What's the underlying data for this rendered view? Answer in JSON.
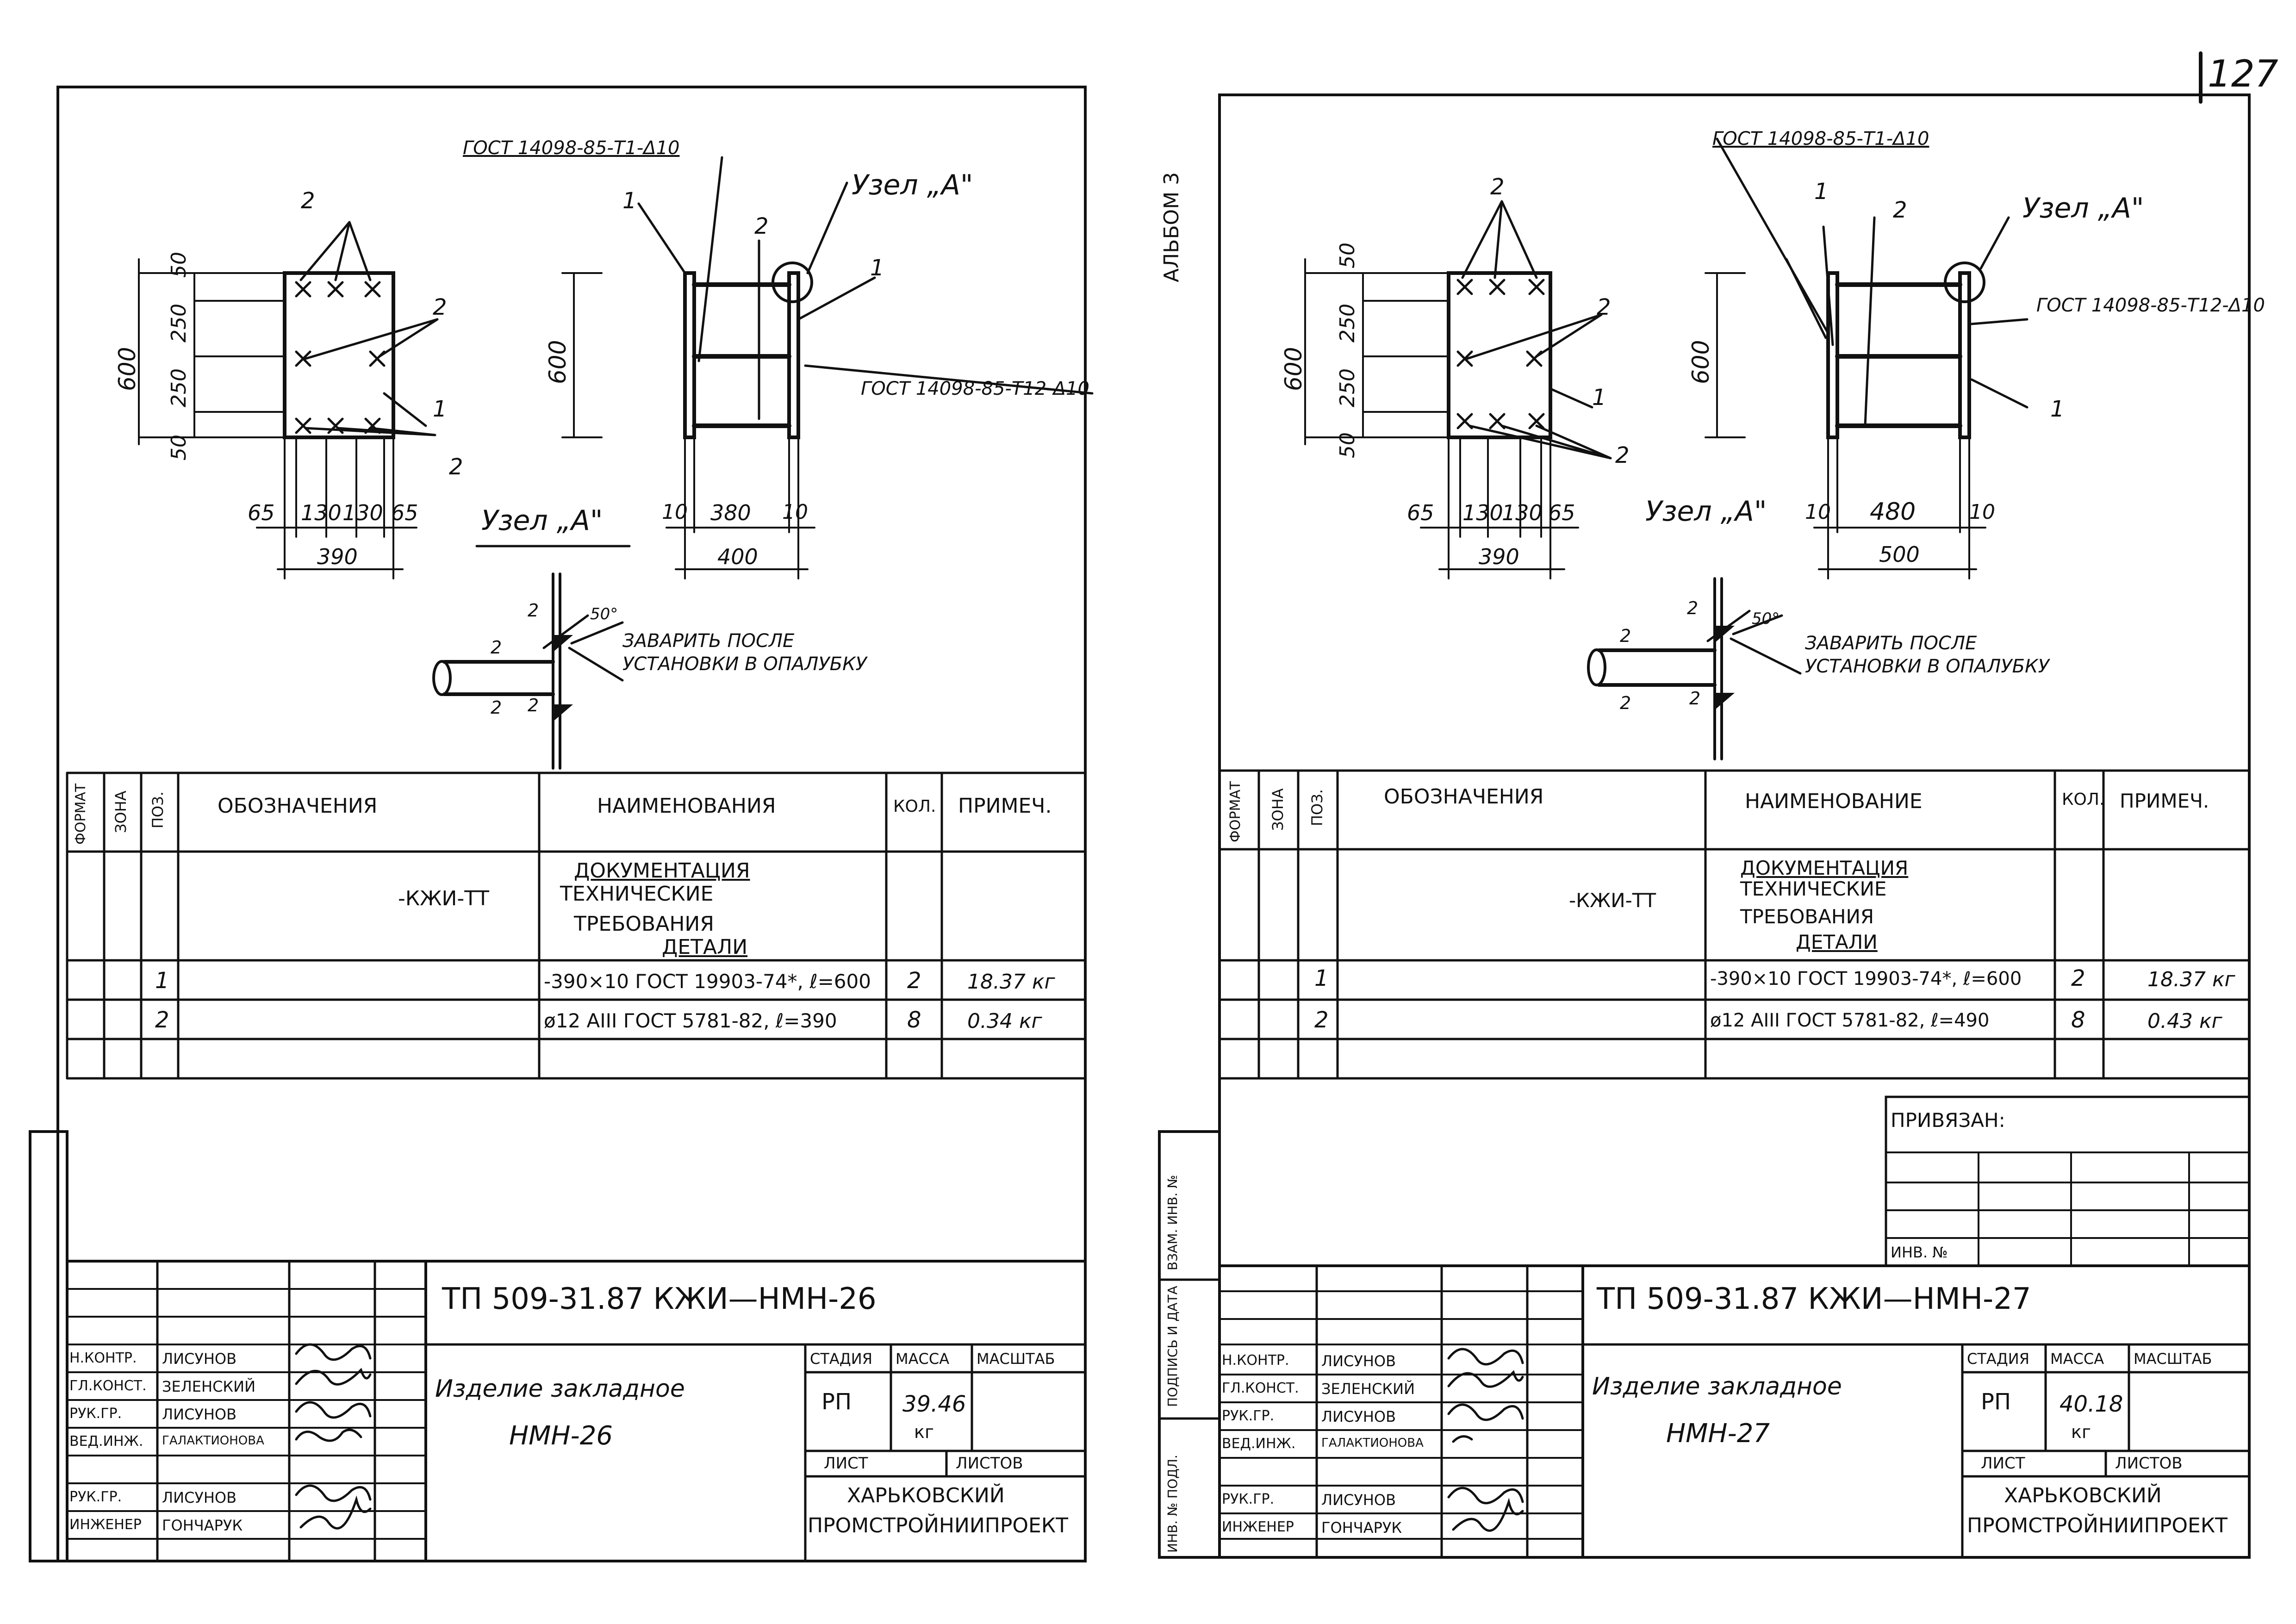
{
  "page_number": "127",
  "album_label": "АЛЬБОМ 3",
  "sheets": [
    {
      "id": "nmn26",
      "gost_top": "ГОСТ 14098-85-Т1-Δ10",
      "gost_side": "ГОСТ 14098-85-Т12-Δ10",
      "node_label": "Узел „А\"",
      "node_detail_label": "Узел „А\"",
      "weld_note_1": "ЗАВАРИТЬ ПОСЛЕ",
      "weld_note_2": "УСТАНОВКИ В ОПАЛУБКУ",
      "angle": "50°",
      "dims": {
        "h_total": "600",
        "h_top": "50",
        "h_1": "250",
        "h_2": "250",
        "h_bot": "50",
        "w_1": "65",
        "w_2": "130",
        "w_3": "130",
        "w_4": "65",
        "w_total": "390",
        "side_h": "600",
        "side_1": "10",
        "side_2": "380",
        "side_3": "10",
        "side_total": "400"
      },
      "spec": {
        "headers": [
          "ФОРМАТ",
          "ЗОНА",
          "ПОЗ.",
          "ОБОЗНАЧЕНИЯ",
          "НАИМЕНОВАНИЯ",
          "КОЛ.",
          "ПРИМЕЧ."
        ],
        "doc_designation": "-КЖИ-ТТ",
        "doc_section": "ДОКУМЕНТАЦИЯ",
        "doc_name_1": "ТЕХНИЧЕСКИЕ",
        "doc_name_2": "ТРЕБОВАНИЯ",
        "parts_section": "ДЕТАЛИ",
        "rows": [
          {
            "pos": "1",
            "name": "-390×10 ГОСТ 19903-74*, ℓ=600",
            "qty": "2",
            "note": "18.37 кг"
          },
          {
            "pos": "2",
            "name": "ø12 АIII ГОСТ 5781-82, ℓ=390",
            "qty": "8",
            "note": "0.34 кг"
          }
        ]
      },
      "title_block": {
        "code": "ТП 509-31.87 КЖИ—НМН-26",
        "item_name": "Изделие закладное",
        "item_code": "НМН-26",
        "stage_header": "СТАДИЯ",
        "mass_header": "МАССА",
        "scale_header": "МАСШТАБ",
        "stage": "РП",
        "mass": "39.46",
        "mass_unit": "кг",
        "sheet_label": "ЛИСТ",
        "sheets_label": "ЛИСТОВ",
        "org_1": "ХАРЬКОВСКИЙ",
        "org_2": "ПРОМСТРОЙНИИПРОЕКТ",
        "staff": [
          {
            "role": "Н.КОНТР.",
            "name": "ЛИСУНОВ"
          },
          {
            "role": "ГЛ.КОНСТ.",
            "name": "ЗЕЛЕНСКИЙ"
          },
          {
            "role": "РУК.ГР.",
            "name": "ЛИСУНОВ"
          },
          {
            "role": "ВЕД.ИНЖ.",
            "name": "ГАЛАКТИОНОВА"
          },
          {
            "role": "РУК.ГР.",
            "name": "ЛИСУНОВ"
          },
          {
            "role": "ИНЖЕНЕР",
            "name": "ГОНЧАРУК"
          }
        ]
      }
    },
    {
      "id": "nmn27",
      "gost_top": "ГОСТ 14098-85-Т1-Δ10",
      "gost_side": "ГОСТ 14098-85-Т12-Δ10",
      "node_label": "Узел „А\"",
      "node_detail_label": "Узел „А\"",
      "weld_note_1": "ЗАВАРИТЬ ПОСЛЕ",
      "weld_note_2": "УСТАНОВКИ В ОПАЛУБКУ",
      "angle": "50°",
      "dims": {
        "h_total": "600",
        "h_top": "50",
        "h_1": "250",
        "h_2": "250",
        "h_bot": "50",
        "w_1": "65",
        "w_2": "130",
        "w_3": "130",
        "w_4": "65",
        "w_total": "390",
        "side_h": "600",
        "side_1": "10",
        "side_2": "480",
        "side_3": "10",
        "side_total": "500"
      },
      "spec": {
        "headers": [
          "ФОРМАТ",
          "ЗОНА",
          "ПОЗ.",
          "ОБОЗНАЧЕНИЯ",
          "НАИМЕНОВАНИЕ",
          "КОЛ.",
          "ПРИМЕЧ."
        ],
        "doc_designation": "-КЖИ-ТТ",
        "doc_section": "ДОКУМЕНТАЦИЯ",
        "doc_name_1": "ТЕХНИЧЕСКИЕ",
        "doc_name_2": "ТРЕБОВАНИЯ",
        "parts_section": "ДЕТАЛИ",
        "rows": [
          {
            "pos": "1",
            "name": "-390×10 ГОСТ 19903-74*, ℓ=600",
            "qty": "2",
            "note": "18.37 кг"
          },
          {
            "pos": "2",
            "name": "ø12 АIII ГОСТ 5781-82, ℓ=490",
            "qty": "8",
            "note": "0.43 кг"
          }
        ]
      },
      "binding": {
        "title": "ПРИВЯЗАН:",
        "inv_label": "ИНВ. №"
      },
      "margin_labels": [
        "ИНВ. № ПОДЛ.",
        "ПОДПИСЬ И ДАТА",
        "ВЗАМ. ИНВ. №"
      ],
      "title_block": {
        "code": "ТП 509-31.87 КЖИ—НМН-27",
        "item_name": "Изделие закладное",
        "item_code": "НМН-27",
        "stage_header": "СТАДИЯ",
        "mass_header": "МАССА",
        "scale_header": "МАСШТАБ",
        "stage": "РП",
        "mass": "40.18",
        "mass_unit": "кг",
        "sheet_label": "ЛИСТ",
        "sheets_label": "ЛИСТОВ",
        "org_1": "ХАРЬКОВСКИЙ",
        "org_2": "ПРОМСТРОЙНИИПРОЕКТ",
        "staff": [
          {
            "role": "Н.КОНТР.",
            "name": "ЛИСУНОВ"
          },
          {
            "role": "ГЛ.КОНСТ.",
            "name": "ЗЕЛЕНСКИЙ"
          },
          {
            "role": "РУК.ГР.",
            "name": "ЛИСУНОВ"
          },
          {
            "role": "ВЕД.ИНЖ.",
            "name": "ГАЛАКТИОНОВА"
          },
          {
            "role": "РУК.ГР.",
            "name": "ЛИСУНОВ"
          },
          {
            "role": "ИНЖЕНЕР",
            "name": "ГОНЧАРУК"
          }
        ]
      }
    }
  ]
}
